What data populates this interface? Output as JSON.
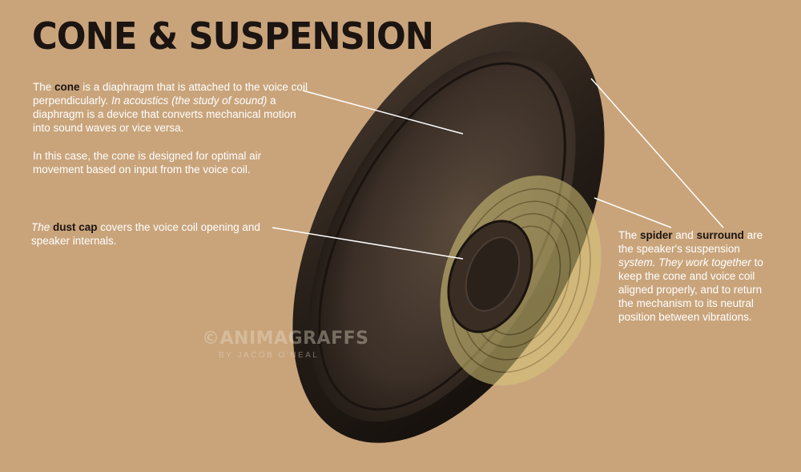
{
  "title": "CONE & SUSPENSION",
  "cone_paragraph": {
    "prefix": "The ",
    "term": "cone",
    "middle": " is a diaphragm that is attached to the voice coil perpendicularly. ",
    "italic": "In acoustics (the study of sound)",
    "suffix": " a diaphragm is a device that converts mechanical motion into sound waves or vice versa."
  },
  "cone_paragraph_2": "In this case, the cone is designed for optimal air movement based on input from the voice coil.",
  "dust_cap_paragraph": {
    "prefix": "The ",
    "term": "dust cap",
    "suffix": " covers the voice coil opening and speaker internals."
  },
  "suspension_paragraph": {
    "prefix": "The ",
    "term1": "spider",
    "and": " and ",
    "term2": "surround",
    "middle": " are the speaker's suspension ",
    "italic": "system. They work together",
    "suffix": " to keep the cone and voice coil aligned properly, and to return the mechanism to its neutral position between vibrations."
  },
  "watermark": {
    "main": "©ANIMAGRAFFS",
    "byline": "BY JACOB O'NEAL"
  },
  "colors": {
    "background": "#c9a47b",
    "cone": "#2a211b",
    "spider": "#d8c87a",
    "text": "#ffffff",
    "title": "#1b1411"
  }
}
